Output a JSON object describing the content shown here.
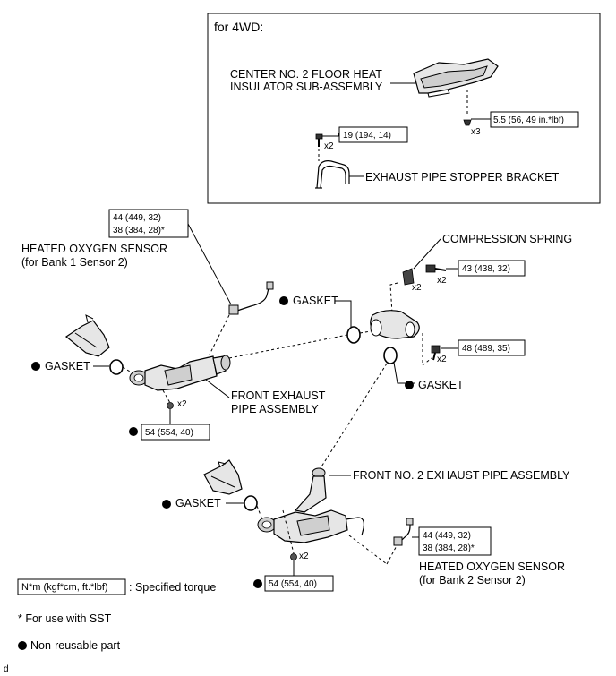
{
  "inset": {
    "title": "for 4WD:",
    "floor_heat_label_1": "CENTER NO. 2 FLOOR HEAT",
    "floor_heat_label_2": "INSULATOR SUB-ASSEMBLY",
    "torque_insulator": "5.5 (56, 49 in.*lbf)",
    "qty_insulator": "x3",
    "torque_stopper": "19 (194, 14)",
    "qty_stopper": "x2",
    "stopper_label": "EXHAUST PIPE STOPPER BRACKET"
  },
  "labels": {
    "sensor1_torque_1": "44 (449, 32)",
    "sensor1_torque_2": "38 (384, 28)*",
    "sensor1_name_1": "HEATED OXYGEN SENSOR",
    "sensor1_name_2": "(for Bank 1 Sensor 2)",
    "gasket_center": "GASKET",
    "compression_spring": "COMPRESSION SPRING",
    "qty_spring": "x2",
    "qty_bolt_43": "x2",
    "torque_43": "43 (438, 32)",
    "gasket_left": "GASKET",
    "torque_48": "48 (489, 35)",
    "qty_bolt_48": "x2",
    "gasket_right": "GASKET",
    "front_pipe_1": "FRONT EXHAUST",
    "front_pipe_2": "PIPE ASSEMBLY",
    "qty_nut_front": "x2",
    "torque_54_front": "54 (554, 40)",
    "front_no2_pipe": "FRONT NO. 2 EXHAUST PIPE ASSEMBLY",
    "gasket_lower": "GASKET",
    "sensor2_torque_1": "44 (449, 32)",
    "sensor2_torque_2": "38 (384, 28)*",
    "qty_nut_no2": "x2",
    "sensor2_name_1": "HEATED OXYGEN SENSOR",
    "sensor2_name_2": "(for Bank 2 Sensor 2)",
    "torque_54_no2": "54 (554, 40)"
  },
  "legend": {
    "unit_box": "N*m (kgf*cm, ft.*lbf)",
    "unit_desc": ": Specified torque",
    "sst_note": "* For use with SST",
    "nonreusable": "Non-reusable part"
  },
  "corner_mark": "d"
}
